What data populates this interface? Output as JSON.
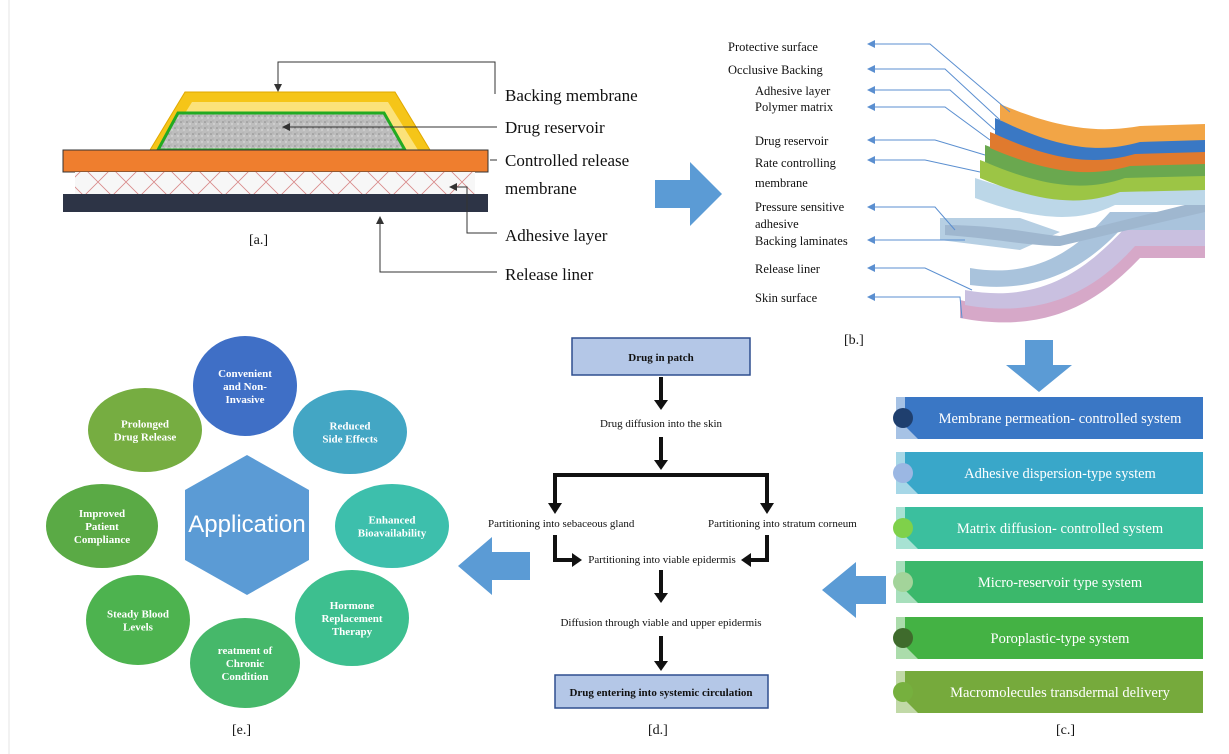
{
  "panel_a": {
    "caption": "[a.]",
    "labels": {
      "backing": "Backing membrane",
      "reservoir": "Drug reservoir",
      "crm1": "Controlled release",
      "crm2": "membrane",
      "adhesive": "Adhesive layer",
      "liner": "Release liner"
    }
  },
  "panel_b": {
    "caption": "[b.]",
    "labels": [
      "Protective surface",
      "Occlusive Backing",
      "Adhesive layer",
      "Polymer matrix",
      "Drug reservoir",
      "Rate controlling",
      "membrane",
      "Pressure sensitive",
      "adhesive",
      "Backing laminates",
      "Release liner",
      "Skin surface"
    ],
    "layer_colors": [
      "#f2a546",
      "#3a78c4",
      "#e07a2e",
      "#6aa84f",
      "#9cc545",
      "#bcd7e8",
      "#b8cfe0",
      "#c9c0e0",
      "#d6a8c8"
    ]
  },
  "panel_c": {
    "caption": "[c.]",
    "systems": [
      {
        "label": "Membrane permeation- controlled system",
        "bar": "#3a77c5",
        "dot": "#1f3f6e"
      },
      {
        "label": "Adhesive dispersion-type system",
        "bar": "#39a7c9",
        "dot": "#9bb7e3"
      },
      {
        "label": "Matrix diffusion- controlled system",
        "bar": "#3bbf9e",
        "dot": "#7fd14a"
      },
      {
        "label": "Micro-reservoir type system",
        "bar": "#3bb86b",
        "dot": "#a3d49a"
      },
      {
        "label": "Poroplastic-type system",
        "bar": "#44b244",
        "dot": "#3f6b2c"
      },
      {
        "label": "Macromolecules transdermal delivery",
        "bar": "#76aa3c",
        "dot": "#76b03e"
      }
    ]
  },
  "panel_d": {
    "caption": "[d.]",
    "start": "Drug in patch",
    "step1": "Drug diffusion into the skin",
    "left": "Partitioning into sebaceous gland",
    "right": "Partitioning into stratum corneum",
    "merge": "Partitioning into viable epidermis",
    "step2": "Diffusion through viable and upper epidermis",
    "end": "Drug entering into systemic circulation"
  },
  "panel_e": {
    "caption": "[e.]",
    "center": "Application",
    "items": [
      {
        "lines": [
          "Convenient",
          "and Non-",
          "Invasive"
        ],
        "color": "#3f6fc6"
      },
      {
        "lines": [
          "Reduced",
          "Side Effects"
        ],
        "color": "#43a6c4"
      },
      {
        "lines": [
          "Enhanced",
          "Bioavailability"
        ],
        "color": "#3dbfac"
      },
      {
        "lines": [
          "Hormone",
          "Replacement",
          "Therapy"
        ],
        "color": "#3dbf8f"
      },
      {
        "lines": [
          "reatment of",
          "Chronic",
          "Condition"
        ],
        "color": "#46b86a"
      },
      {
        "lines": [
          "Steady Blood",
          "Levels"
        ],
        "color": "#4db34f"
      },
      {
        "lines": [
          "Improved",
          "Patient",
          "Compliance"
        ],
        "color": "#5aaa45"
      },
      {
        "lines": [
          "Prolonged",
          "Drug Release"
        ],
        "color": "#76ad41"
      }
    ]
  },
  "colors": {
    "arrow_blue": "#5b9bd5",
    "hexagon": "#5b9bd5",
    "flow_box": "#b4c7e7"
  }
}
